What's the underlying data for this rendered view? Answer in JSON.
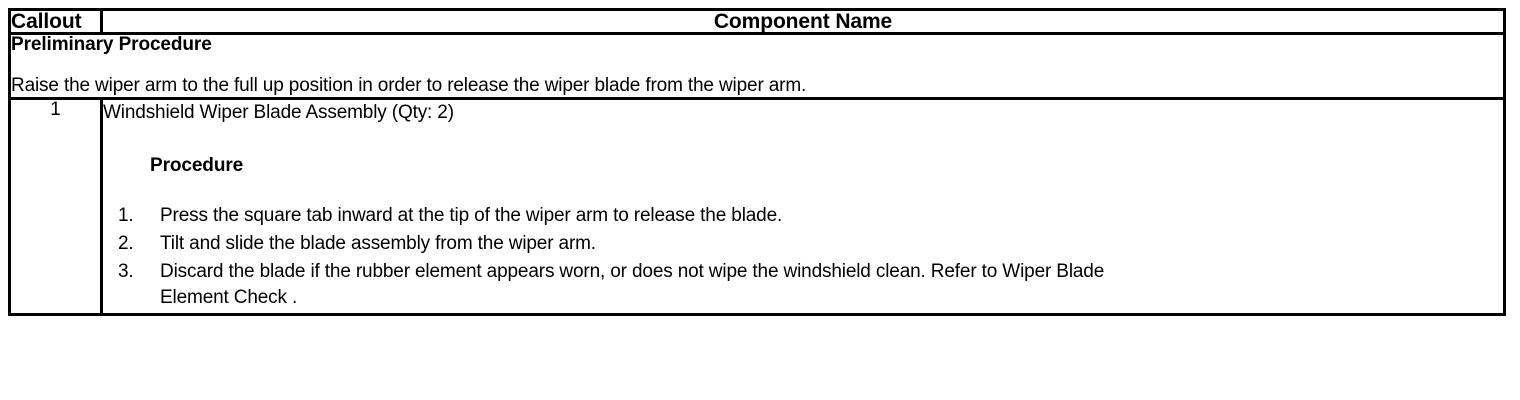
{
  "table": {
    "headers": {
      "callout": "Callout",
      "component_name": "Component Name"
    },
    "preliminary": {
      "title": "Preliminary Procedure",
      "text": "Raise the wiper arm to the full up position in order to release the wiper blade from the wiper arm."
    },
    "rows": [
      {
        "callout": "1",
        "component_title": "Windshield Wiper Blade Assembly (Qty: 2)",
        "procedure_heading": "Procedure",
        "steps": [
          "Press the square tab inward at the tip of the wiper arm to release the blade.",
          "Tilt and slide the blade assembly from the wiper arm.",
          "Discard the blade if the rubber element appears worn, or does not wipe the windshield clean. Refer to Wiper Blade",
          "Element Check ."
        ]
      }
    ]
  }
}
